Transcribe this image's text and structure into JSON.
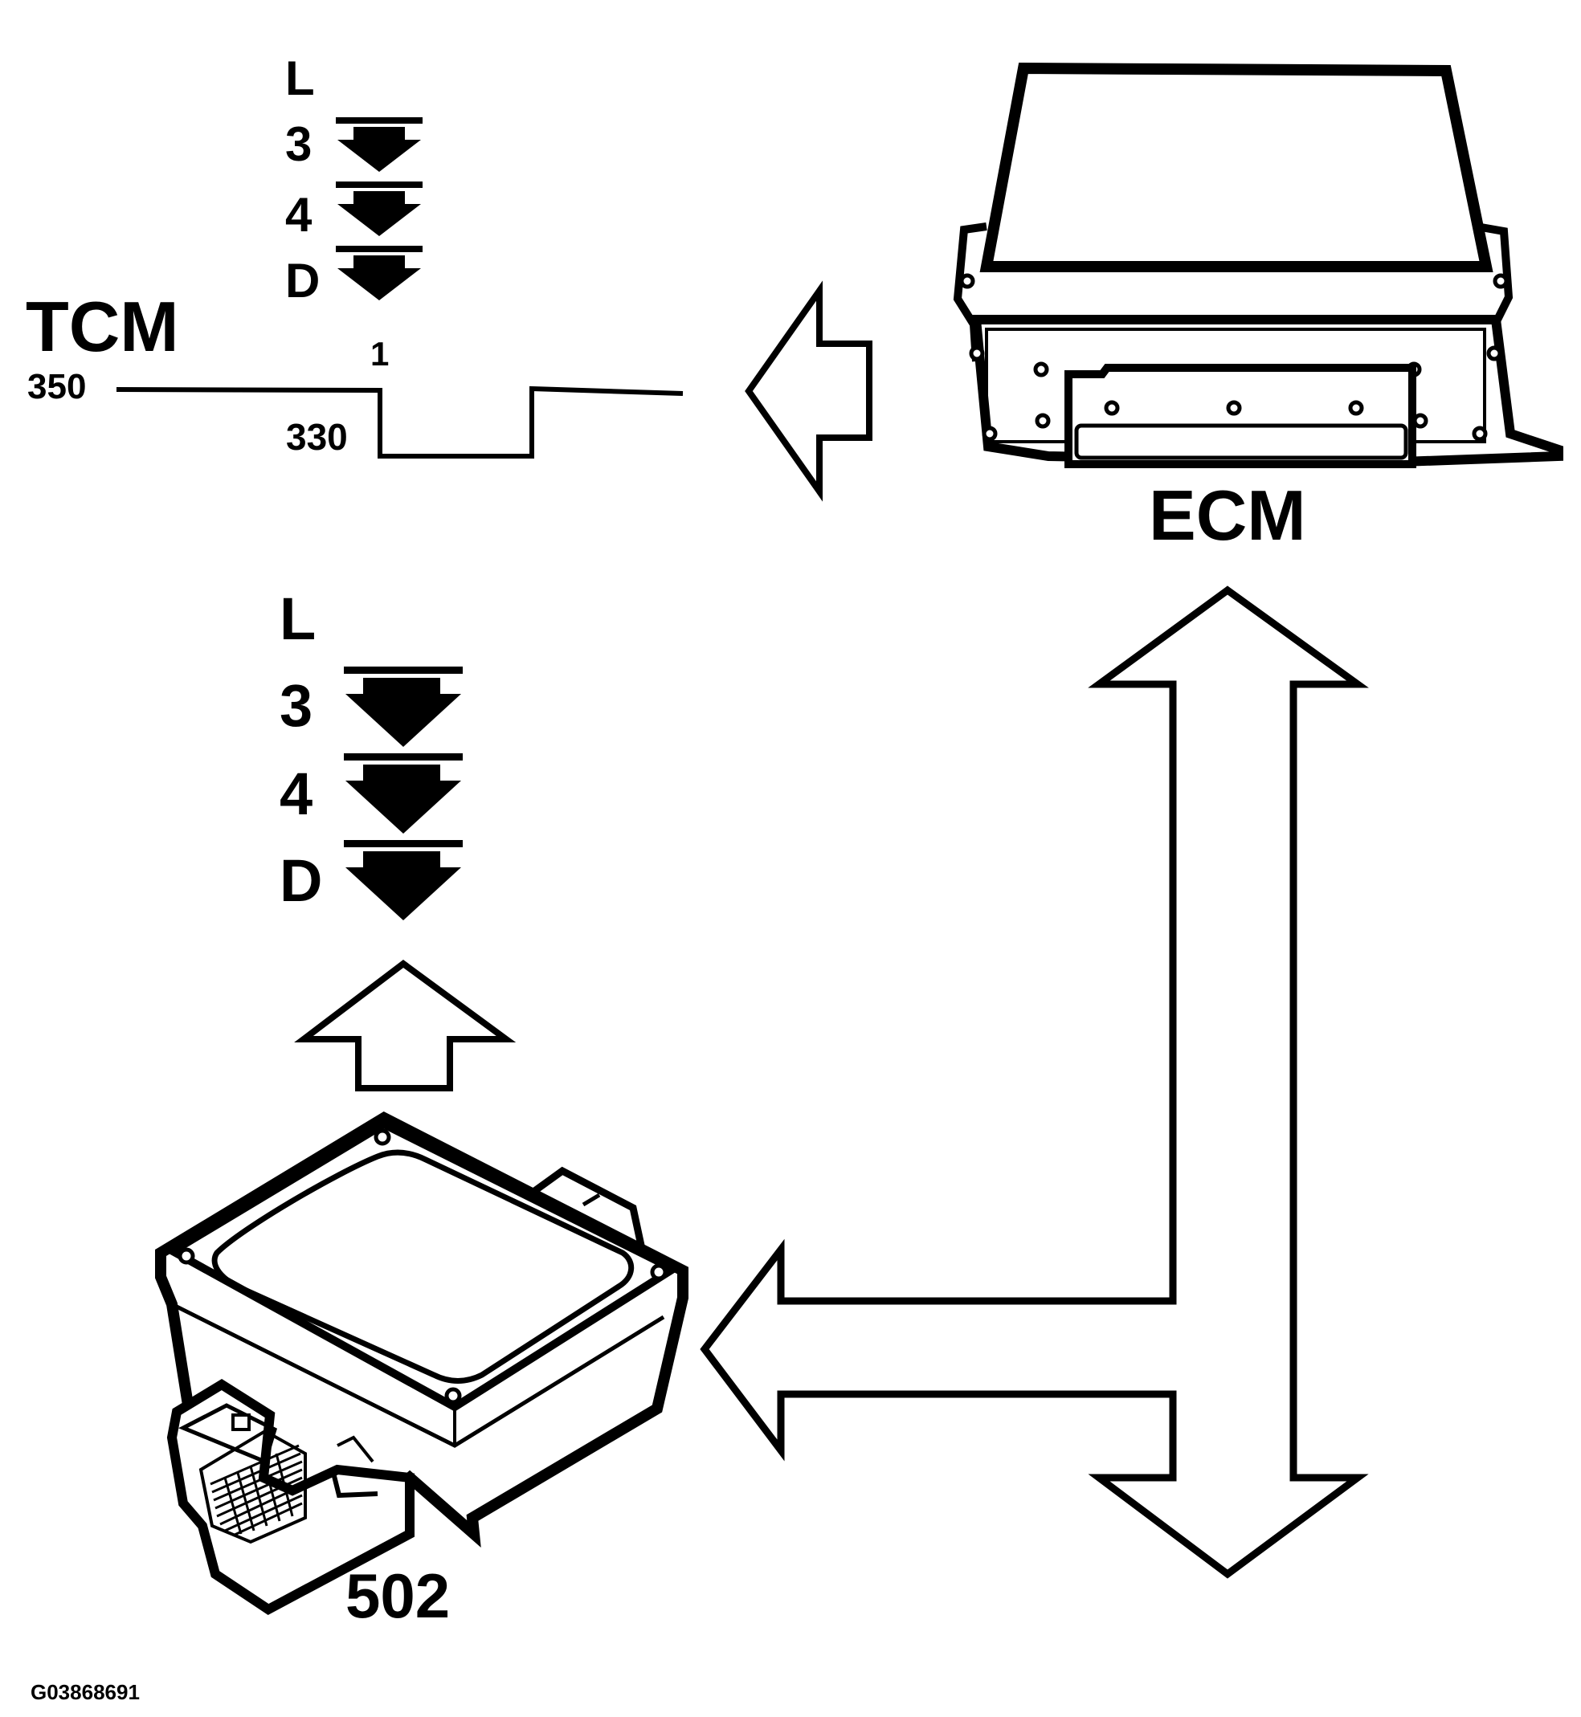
{
  "labels": {
    "tcm": "TCM",
    "ecm": "ECM",
    "module": "502",
    "figure_id": "G03868691"
  },
  "signal_trace": {
    "high_value": "350",
    "low_value": "330",
    "pulse_marker": "1"
  },
  "gear_positions_upper": [
    "L",
    "3",
    "4",
    "D"
  ],
  "gear_positions_lower": [
    "L",
    "3",
    "4",
    "D"
  ],
  "colors": {
    "line": "#000000",
    "background": "#ffffff"
  }
}
